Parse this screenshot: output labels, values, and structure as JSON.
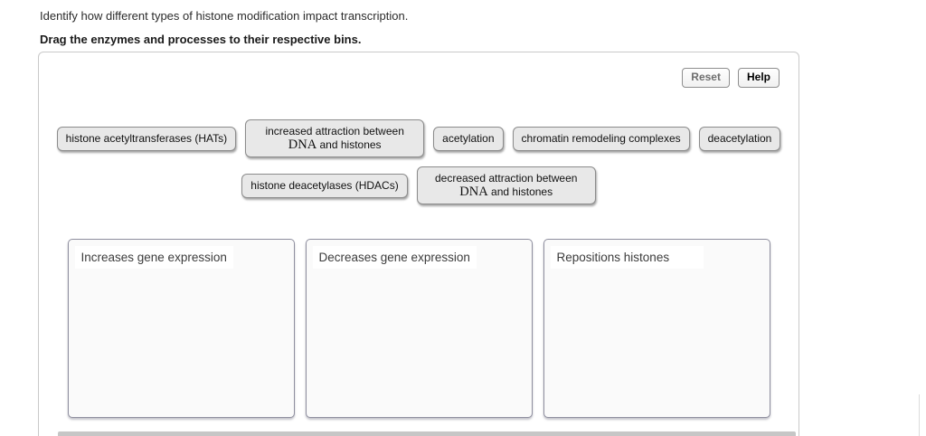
{
  "page": {
    "instruction": "Identify how different types of histone modification impact transcription.",
    "drag_prompt": "Drag the enzymes and processes to their respective bins."
  },
  "toolbar": {
    "reset_label": "Reset",
    "help_label": "Help"
  },
  "chips": {
    "row1": [
      {
        "id": "histone-acetyltransferases",
        "parts": [
          {
            "text": "histone acetyltransferases (HATs)"
          }
        ]
      },
      {
        "id": "increased-attraction",
        "wide": true,
        "parts": [
          {
            "text": "increased attraction between "
          },
          {
            "text": "DNA",
            "serif": true
          },
          {
            "text": " and histones"
          }
        ]
      },
      {
        "id": "acetylation",
        "parts": [
          {
            "text": "acetylation"
          }
        ]
      },
      {
        "id": "chromatin-remodeling-complexes",
        "parts": [
          {
            "text": "chromatin remodeling complexes"
          }
        ]
      },
      {
        "id": "deacetylation",
        "parts": [
          {
            "text": "deacetylation"
          }
        ]
      }
    ],
    "row2": [
      {
        "id": "histone-deacetylases",
        "parts": [
          {
            "text": "histone deacetylases (HDACs)"
          }
        ]
      },
      {
        "id": "decreased-attraction",
        "wide": true,
        "parts": [
          {
            "text": "decreased attraction between "
          },
          {
            "text": "DNA",
            "serif": true
          },
          {
            "text": " and histones"
          }
        ]
      }
    ]
  },
  "bins": [
    {
      "id": "increases-gene-expression",
      "label": "Increases gene expression"
    },
    {
      "id": "decreases-gene-expression",
      "label": "Decreases gene expression"
    },
    {
      "id": "repositions-histones",
      "label": "Repositions histones"
    }
  ],
  "colors": {
    "chip_bg": "#e8e8e8",
    "chip_border": "#8c8c8c",
    "bin_bg": "#fafafa",
    "bin_border": "#8f8f9f",
    "panel_border": "#c9c9c9",
    "scrollbar": "#c6c6c6"
  }
}
